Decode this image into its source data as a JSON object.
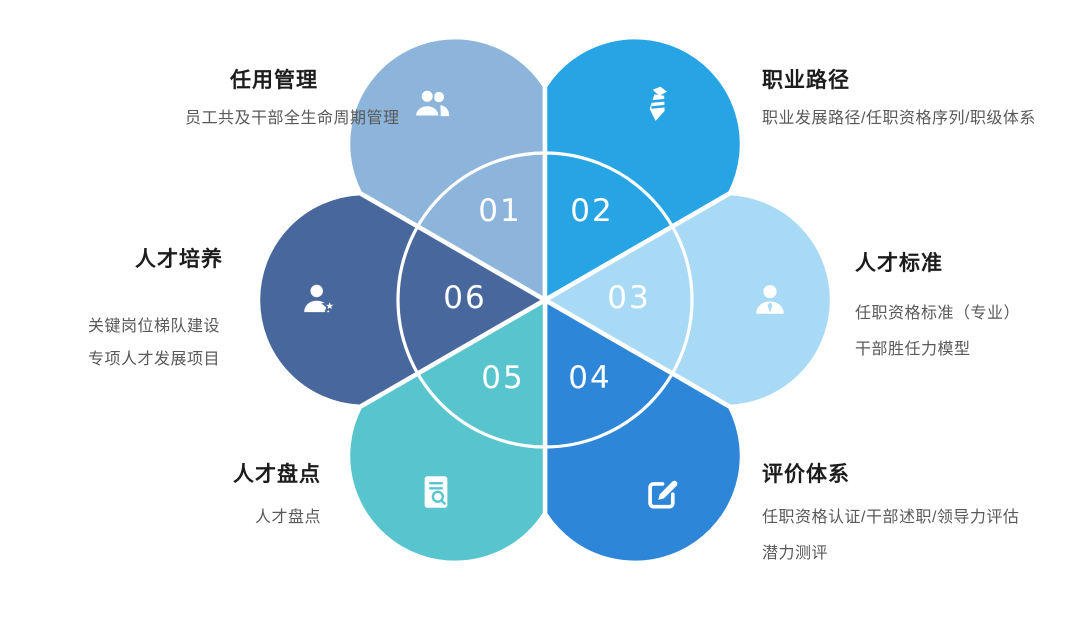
{
  "canvas": {
    "background": "#ffffff"
  },
  "flower": {
    "ring_color": "#ffffff",
    "number_color": "#ffffff",
    "title_color": "#1c1c1c",
    "desc_color": "#595959",
    "petals": [
      {
        "number": "01",
        "color": "#8DB5DB",
        "icon": "users-icon",
        "title": "任用管理",
        "desc": [
          "员工共及干部全生命周期管理"
        ]
      },
      {
        "number": "02",
        "color": "#27A4E4",
        "icon": "tie-icon",
        "title": "职业路径",
        "desc": [
          "职业发展路径/任职资格序列/职级体系"
        ]
      },
      {
        "number": "03",
        "color": "#A8DAF5",
        "icon": "user-icon",
        "title": "人才标准",
        "desc": [
          "任职资格标准（专业）",
          "干部胜任力模型"
        ]
      },
      {
        "number": "04",
        "color": "#2E86D8",
        "icon": "edit-icon",
        "title": "评价体系",
        "desc": [
          "任职资格认证/干部述职/领导力评估",
          "潜力测评"
        ]
      },
      {
        "number": "05",
        "color": "#58C5CE",
        "icon": "report-search-icon",
        "title": "人才盘点",
        "desc": [
          "人才盘点"
        ]
      },
      {
        "number": "06",
        "color": "#48689D",
        "icon": "user-star-icon",
        "title": "人才培养",
        "desc": [
          "关键岗位梯队建设",
          "专项人才发展项目"
        ]
      }
    ]
  }
}
